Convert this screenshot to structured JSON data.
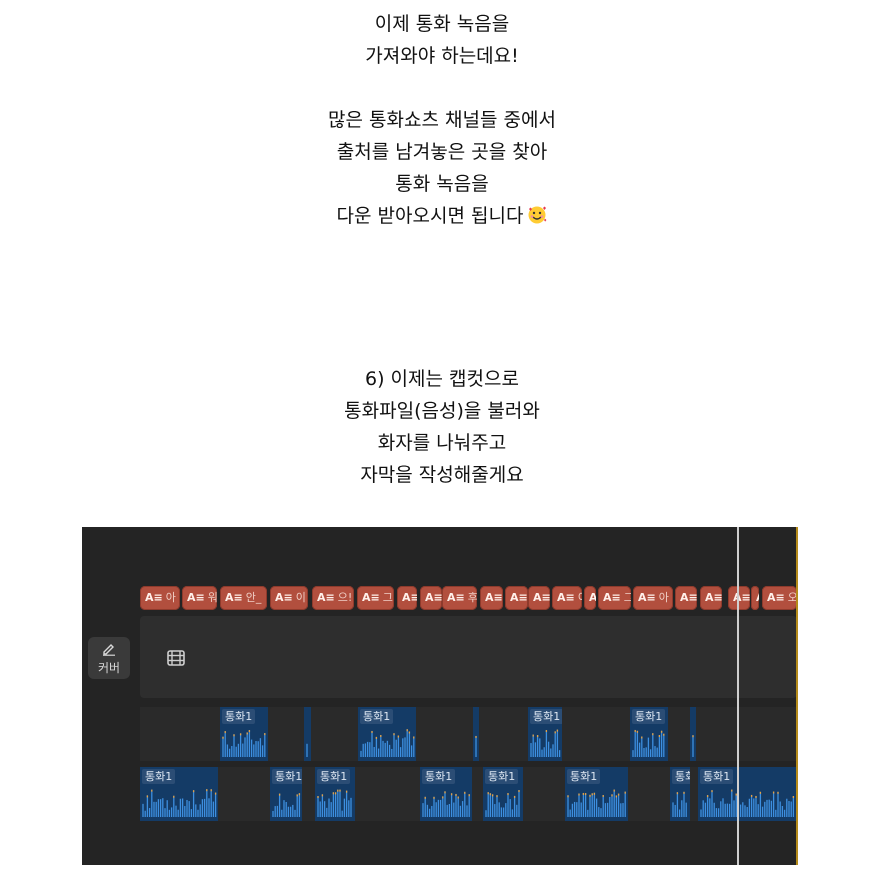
{
  "caption_top": {
    "lines": [
      "이제 통화 녹음을",
      "가져와야 하는데요!",
      "",
      "많은 통화쇼츠 채널들 중에서",
      "출처를 남겨놓은 곳을 찾아",
      "통화 녹음을",
      "다운 받아오시면 됩니다"
    ],
    "emoji": "smiling-face-with-hearts-emoji"
  },
  "caption_step": {
    "lines": [
      "6) 이제는 캡컷으로",
      "통화파일(음성)을 불러와",
      "화자를 나눠주고",
      "자막을 작성해줄게요"
    ]
  },
  "editor": {
    "cover_label": "커버",
    "subtitle_clips": [
      {
        "tag": "A",
        "txt": "아"
      },
      {
        "tag": "A",
        "txt": "워"
      },
      {
        "tag": "A",
        "txt": "안_"
      },
      {
        "tag": "A",
        "txt": "이"
      },
      {
        "tag": "A",
        "txt": "으!"
      },
      {
        "tag": "A",
        "txt": "그"
      },
      {
        "tag": "A",
        "txt": ""
      },
      {
        "tag": "A",
        "txt": ""
      },
      {
        "tag": "A",
        "txt": "후"
      },
      {
        "tag": "A",
        "txt": ""
      },
      {
        "tag": "A",
        "txt": ""
      },
      {
        "tag": "A",
        "txt": ""
      },
      {
        "tag": "A",
        "txt": "이"
      },
      {
        "tag": "A",
        "txt": ""
      },
      {
        "tag": "A",
        "txt": "그"
      },
      {
        "tag": "A",
        "txt": "아"
      },
      {
        "tag": "A",
        "txt": ""
      },
      {
        "tag": "A",
        "txt": ""
      },
      {
        "tag": "A",
        "txt": ""
      },
      {
        "tag": "A",
        "txt": ""
      },
      {
        "tag": "A",
        "txt": "오"
      }
    ],
    "audio_label": "통화1",
    "audio_track_1": [
      "통화1",
      "",
      "통화1",
      "",
      "통화1",
      "통화1",
      ""
    ],
    "audio_track_2": [
      "통화1",
      "통화1",
      "통화1",
      "통화1",
      "통화1",
      "통화1",
      "통화",
      "통화1"
    ],
    "colors": {
      "subtitle": "#b24f3e",
      "audio": "#143b66",
      "waveform": "#3d8fe0",
      "waveform_peak": "#e6a040"
    }
  }
}
